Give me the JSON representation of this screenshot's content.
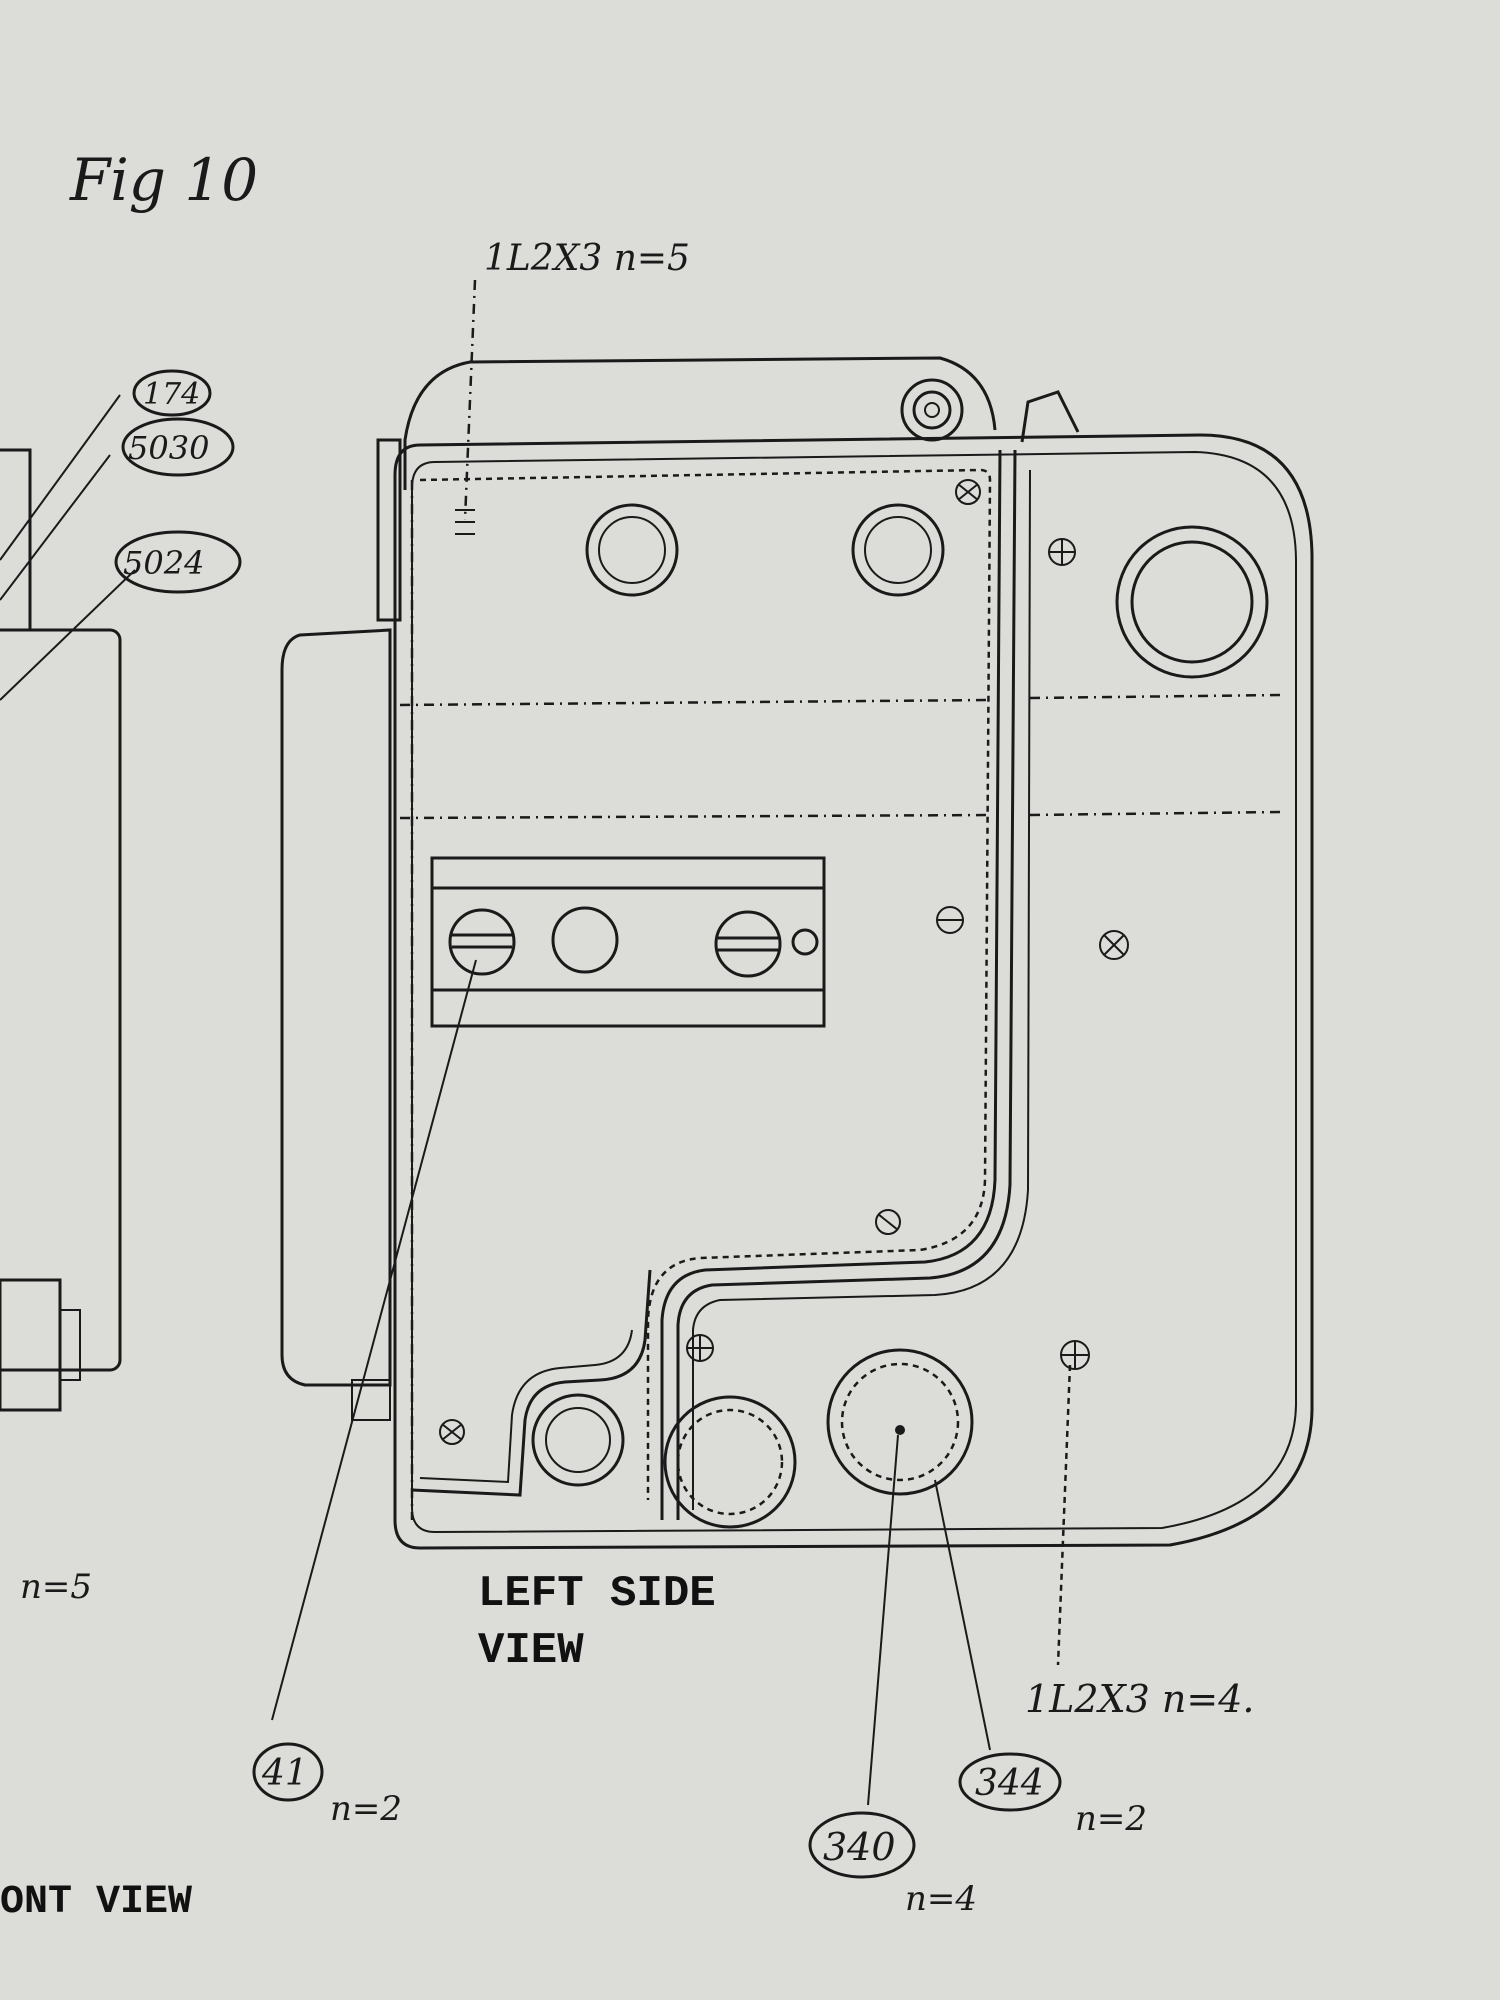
{
  "figure": {
    "title": "Fig 10"
  },
  "view_labels": {
    "left_side_line1": "LEFT SIDE",
    "left_side_line2": "VIEW",
    "front_partial": "ONT VIEW"
  },
  "callouts": {
    "top_screw": "1L2X3 n=5",
    "right_screw": "1L2X3 n=4.",
    "left_partial": "n=5",
    "part_174": "174",
    "part_5030": "5030",
    "part_5024": "5024",
    "part_41": "41",
    "part_41_qty": "n=2",
    "part_340": "340",
    "part_340_qty": "n=4",
    "part_344": "344",
    "part_344_qty": "n=2"
  }
}
